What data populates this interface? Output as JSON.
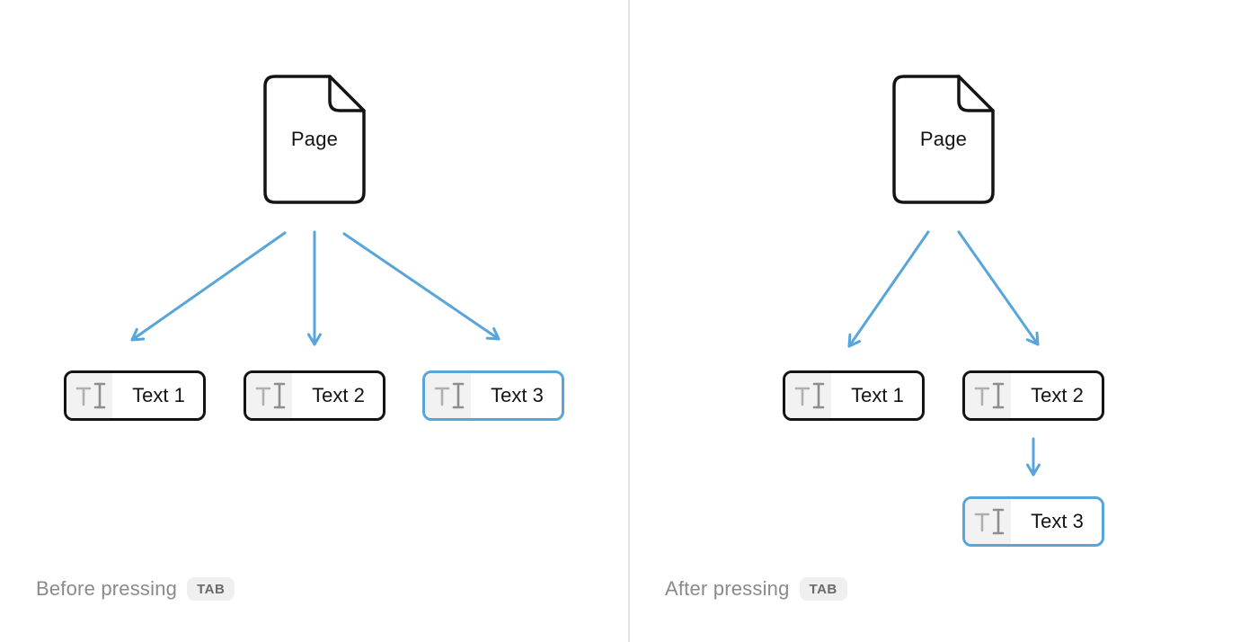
{
  "colors": {
    "background": "#ffffff",
    "accent": "#57a5da",
    "outline": "#141414",
    "block_bg": "#ffffff",
    "icon_section_bg": "#f2f2f2",
    "icon_gray": "#afafaf",
    "icon_gray_dark": "#8e8e8e",
    "caption_text": "#8a8a8a",
    "key_badge_bg": "#efefef",
    "key_badge_text": "#6a6a6a",
    "divider": "#e3e3e3"
  },
  "panels": [
    {
      "id": "before",
      "page": {
        "label": "Page"
      },
      "blocks": [
        {
          "label": "Text 1",
          "highlighted": false
        },
        {
          "label": "Text 2",
          "highlighted": false
        },
        {
          "label": "Text 3",
          "highlighted": true
        }
      ],
      "caption": "Before pressing",
      "key_label": "TAB"
    },
    {
      "id": "after",
      "page": {
        "label": "Page"
      },
      "blocks": [
        {
          "label": "Text 1",
          "highlighted": false
        },
        {
          "label": "Text 2",
          "highlighted": false
        },
        {
          "label": "Text 3",
          "highlighted": true
        }
      ],
      "caption": "After pressing",
      "key_label": "TAB"
    }
  ]
}
